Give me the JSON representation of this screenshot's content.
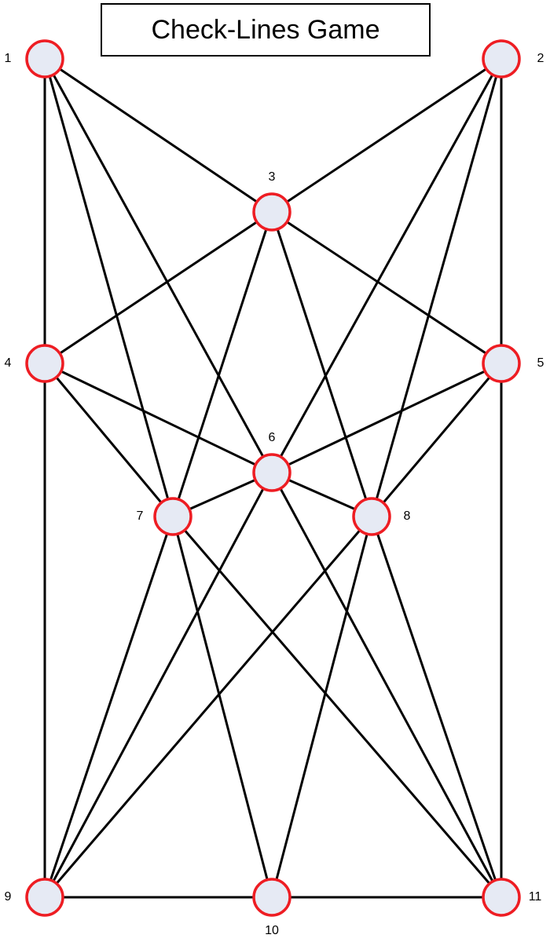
{
  "title": "Check-Lines Game",
  "colors": {
    "edge": "#000000",
    "node_fill": "#e6eaf4",
    "node_stroke": "#ee1d23",
    "background": "#ffffff"
  },
  "nodes": [
    {
      "id": 1,
      "label": "1"
    },
    {
      "id": 2,
      "label": "2"
    },
    {
      "id": 3,
      "label": "3"
    },
    {
      "id": 4,
      "label": "4"
    },
    {
      "id": 5,
      "label": "5"
    },
    {
      "id": 6,
      "label": "6"
    },
    {
      "id": 7,
      "label": "7"
    },
    {
      "id": 8,
      "label": "8"
    },
    {
      "id": 9,
      "label": "9"
    },
    {
      "id": 10,
      "label": "10"
    },
    {
      "id": 11,
      "label": "11"
    }
  ],
  "edges": [
    [
      1,
      4
    ],
    [
      1,
      3
    ],
    [
      1,
      7
    ],
    [
      1,
      6
    ],
    [
      2,
      3
    ],
    [
      2,
      5
    ],
    [
      2,
      6
    ],
    [
      2,
      8
    ],
    [
      3,
      4
    ],
    [
      3,
      5
    ],
    [
      3,
      7
    ],
    [
      3,
      8
    ],
    [
      4,
      9
    ],
    [
      4,
      6
    ],
    [
      4,
      7
    ],
    [
      5,
      11
    ],
    [
      5,
      6
    ],
    [
      5,
      8
    ],
    [
      6,
      7
    ],
    [
      6,
      8
    ],
    [
      6,
      9
    ],
    [
      6,
      11
    ],
    [
      7,
      9
    ],
    [
      7,
      10
    ],
    [
      7,
      11
    ],
    [
      8,
      9
    ],
    [
      8,
      10
    ],
    [
      8,
      11
    ],
    [
      9,
      10
    ],
    [
      10,
      11
    ]
  ]
}
